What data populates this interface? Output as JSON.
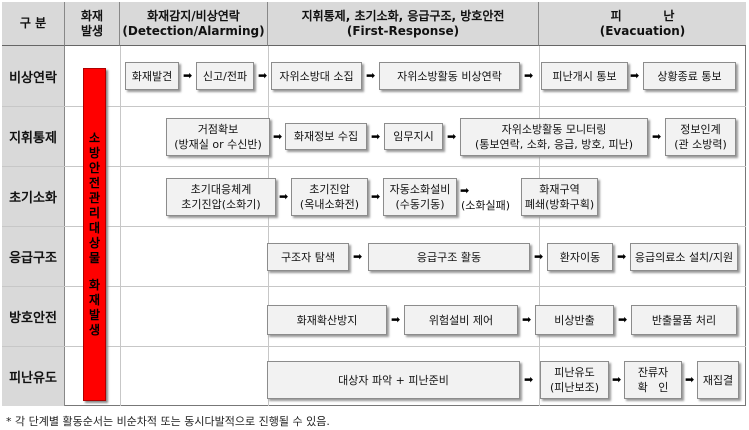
{
  "header": {
    "col_category": "구 분",
    "col_fire": [
      "화재",
      "발생"
    ],
    "col_detection": [
      "화재감지/비상연락",
      "(Detection/Alarming)"
    ],
    "col_first": [
      "지휘통제, 초기소화, 응급구조, 방호안전",
      "(First-Response)"
    ],
    "col_evac": [
      "피          난",
      "(Evacuation)"
    ]
  },
  "rows": [
    "비상연락",
    "지휘통제",
    "초기소화",
    "응급구조",
    "방호안전",
    "피난유도"
  ],
  "red_bar_top": [
    "소",
    "방",
    "안",
    "전",
    "관",
    "리",
    "대",
    "상",
    "물"
  ],
  "red_bar_bottom": [
    "화",
    "재",
    "발",
    "생"
  ],
  "boxes": {
    "r1": [
      "화재발견",
      "신고/전파",
      "자위소방대 소집",
      "자위소방활동 비상연락",
      "피난개시 통보",
      "상황종료 통보"
    ],
    "r2_1": [
      "거점확보",
      "(방재실 or 수신반)"
    ],
    "r2_2": "화재정보 수집",
    "r2_3": "임무지시",
    "r2_4": [
      "자위소방활동 모니터링",
      "(통보연락, 소화, 응급, 방호, 피난)"
    ],
    "r2_5": [
      "정보인계",
      "(관 소방력)"
    ],
    "r3_1": [
      "초기대응체계",
      "초기진압(소화기)"
    ],
    "r3_2": [
      "초기진압",
      "(옥내소화전)"
    ],
    "r3_3": [
      "자동소화설비",
      "(수동기동)"
    ],
    "r3_label": "(소화실패)",
    "r3_4": [
      "화재구역",
      "폐쇄(방화구획)"
    ],
    "r4": [
      "구조자 탐색",
      "응급구조 활동",
      "환자이동",
      "응급의료소 설치/지원"
    ],
    "r5": [
      "화재확산방지",
      "위험설비 제어",
      "비상반출",
      "반출물품 처리"
    ],
    "r6_1": "대상자 파악 + 피난준비",
    "r6_2": [
      "피난유도",
      "(피난보조)"
    ],
    "r6_3": [
      "잔류자",
      "확   인"
    ],
    "r6_4": "재집결"
  },
  "arrow_glyph": "➡",
  "note": "* 각 단계별 활동순서는 비순차적 또는 동시다발적으로 진행될 수 있음.",
  "colors": {
    "header_bg": "#d9d9d9",
    "box_bg": "#f2f2f2",
    "red_bar": "#ff0000"
  }
}
